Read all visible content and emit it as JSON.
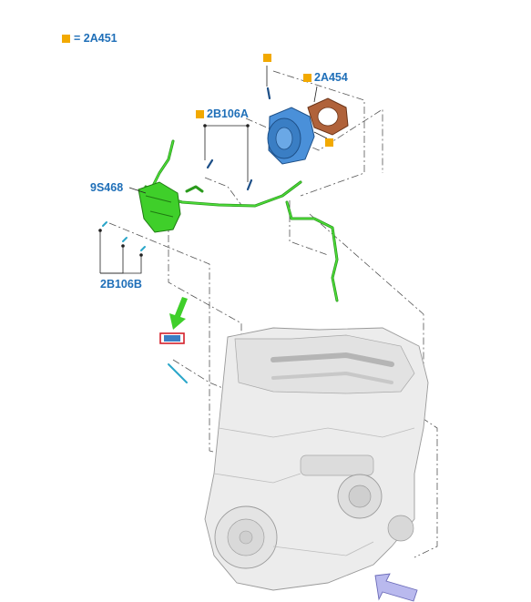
{
  "legend": {
    "equals": "= 2A451",
    "marker_color": "#f2a900"
  },
  "callouts": {
    "part_2A454": "2A454",
    "part_2B106A": "2B106A",
    "part_9S468": "9S468",
    "part_2B106B": "2B106B"
  },
  "colors": {
    "label_blue": "#1f6fb8",
    "hose_green": "#3fcf2a",
    "pump_blue": "#4a90d9",
    "gasket_brown": "#8a4a2a",
    "arrow_green": "#3fcf2a",
    "view_arrow": "#b9b9ee",
    "highlight_red": "#d4202a"
  },
  "icons": {
    "legend_marker": "orange-square-icon",
    "pointer": "green-arrow-icon",
    "view_direction": "view-direction-arrow-icon"
  }
}
